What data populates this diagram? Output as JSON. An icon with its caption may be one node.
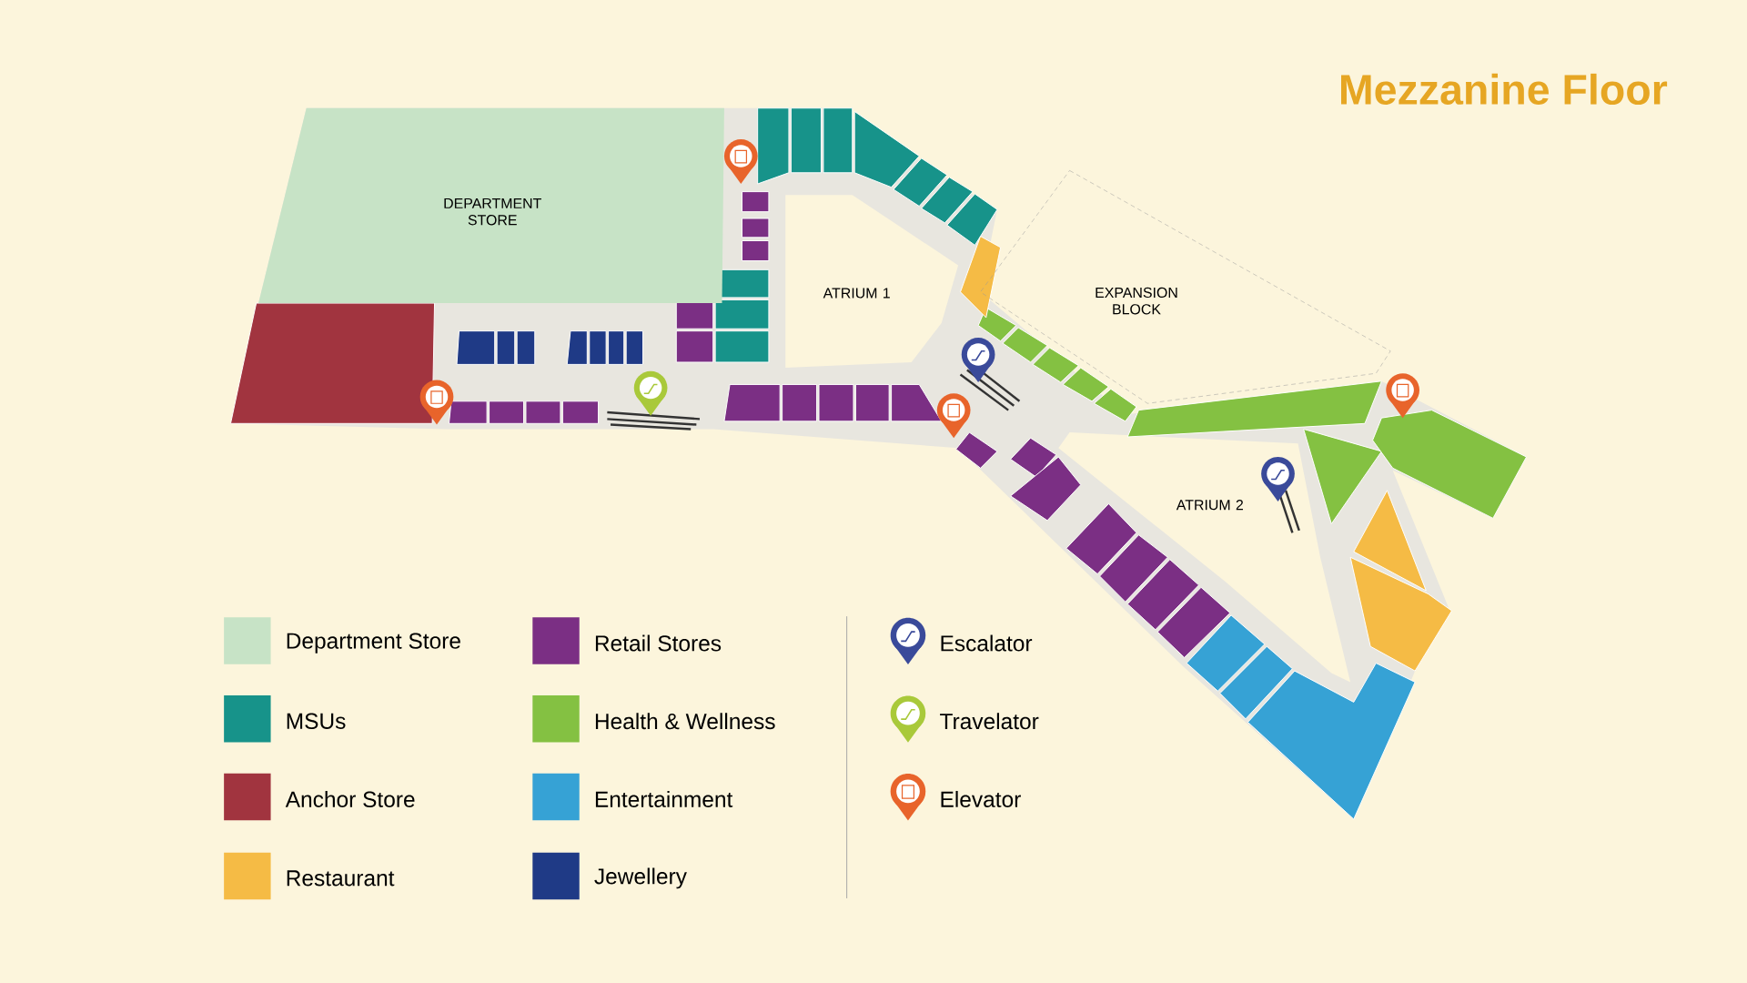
{
  "diagram": {
    "title": "Mezzanine Floor",
    "nodes": [
      {
        "text": [
          "DEPARTMENT STORE"
        ]
      },
      {
        "text": [
          "ATRIUM 1"
        ]
      },
      {
        "text": [
          "EXPANSION BLOCK"
        ]
      },
      {
        "text": [
          "ATRIUM 2"
        ]
      }
    ],
    "legend": [
      {
        "text": "Department Store",
        "color": "#c7e3c6"
      },
      {
        "text": "MSUs",
        "color": "#17938a"
      },
      {
        "text": "Anchor Store",
        "color": "#a1343f"
      },
      {
        "text": "Restaurant",
        "color": "#f5bb45"
      },
      {
        "text": "Retail Stores",
        "color": "#7b2f84"
      },
      {
        "text": "Health & Wellness",
        "color": "#84c142"
      },
      {
        "text": "Entertainment",
        "color": "#36a2d5"
      },
      {
        "text": "Jewellery",
        "color": "#1f3a86"
      },
      {
        "text": "Escalator"
      },
      {
        "text": "Travelator"
      },
      {
        "text": "Elevator"
      }
    ]
  }
}
